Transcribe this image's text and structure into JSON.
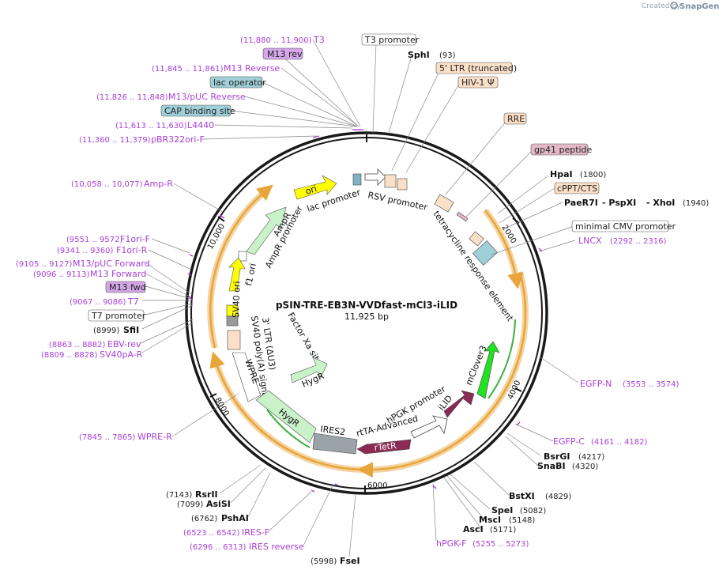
{
  "credit": {
    "created_by": "Created by",
    "brand": "SnapGene"
  },
  "plasmid": {
    "name": "pSIN-TRE-EB3N-VVDfast-mCl3-iLID",
    "size": "11,925 bp"
  },
  "ticks": [
    "2000",
    "4000",
    "6000",
    "8000",
    "10,000"
  ],
  "left_labels": {
    "t3_pos": "(11,880 .. 11,900)",
    "t3": "T3",
    "m13rev_box": "M13 rev",
    "m13reverse_pos": "(11,845 .. 11,861)",
    "m13reverse": "M13 Reverse",
    "lacop_box": "lac operator",
    "m13puc_rev_pos": "(11,826 .. 11,848)",
    "m13puc_rev": "M13/pUC Reverse",
    "cap_box": "CAP binding site",
    "l4440_pos": "(11,613 .. 11,630)",
    "l4440": "L4440",
    "pbr_pos": "(11,360 .. 11,379)",
    "pbr": "pBR322ori-F",
    "ampr_pos": "(10,058 .. 10,077)",
    "ampr": "Amp-R",
    "f1f_pos": "(9551 .. 9572)",
    "f1f": "F1ori-F",
    "f1r_pos": "(9341 .. 9360)",
    "f1r": "F1ori-R",
    "m13puc_fwd_pos": "(9105 .. 9127)",
    "m13puc_fwd": "M13/pUC Forward",
    "m13fwd_pos": "(9096 .. 9113)",
    "m13fwd": "M13 Forward",
    "m13fwd_box": "M13 fwd",
    "t7_pos": "(9067 .. 9086)",
    "t7": "T7",
    "t7prom_box": "T7 promoter",
    "sfii_pos": "(8999)",
    "sfii": "SfiI",
    "ebv_pos": "(8863 .. 8882)",
    "ebv": "EBV-rev",
    "sv40pa_pos": "(8809 .. 8828)",
    "sv40pa": "SV40pA-R",
    "wpre_pos": "(7845 .. 7865)",
    "wpre": "WPRE-R",
    "rsrii_pos": "(7143)",
    "rsrii": "RsrII",
    "asisi_pos": "(7099)",
    "asisi": "AsiSI",
    "pshai_pos": "(6762)",
    "pshai": "PshAI",
    "iresf_pos": "(6523 .. 6542)",
    "iresf": "IRES-F",
    "iresrev_pos": "(6296 .. 6313)",
    "iresrev": "IRES reverse",
    "fsei_pos": "(5998)",
    "fsei": "FseI"
  },
  "right_labels": {
    "t3prom_box": "T3 promoter",
    "sphi": "SphI",
    "sphi_pos": "(93)",
    "ltr_box": "5' LTR (truncated)",
    "hiv_box": "HIV-1 Ψ",
    "rre_box": "RRE",
    "gp41_box": "gp41 peptide",
    "hpai": "HpaI",
    "hpai_pos": "(1800)",
    "cppt_box": "cPPT/CTS",
    "paer7i": "PaeR7I",
    "pspxi": "- PspXI",
    "xhoi": "- XhoI",
    "xhoi_pos": "(1940)",
    "mincmv_box": "minimal CMV promoter",
    "lncx": "LNCX",
    "lncx_pos": "(2292 .. 2316)",
    "egfpn": "EGFP-N",
    "egfpn_pos": "(3553 .. 3574)",
    "egfpc": "EGFP-C",
    "egfpc_pos": "(4161 .. 4182)",
    "bsrgi": "BsrGI",
    "bsrgi_pos": "(4217)",
    "snabi": "SnaBI",
    "snabi_pos": "(4320)",
    "bstxi": "BstXI",
    "bstxi_pos": "(4829)",
    "spei": "SpeI",
    "spei_pos": "(5082)",
    "msci": "MscI",
    "msci_pos": "(5148)",
    "asci": "AscI",
    "asci_pos": "(5171)",
    "hpgkf": "hPGK-F",
    "hpgkf_pos": "(5255 .. 5273)"
  },
  "features": {
    "ori": "ori",
    "lac_promoter": "lac promoter",
    "rsv_promoter": "RSV promoter",
    "tre": "tetracycline response element",
    "ampr": "AmpR",
    "ampr_promoter": "AmpR promoter",
    "f1_ori": "f1 ori",
    "sv40_ori": "SV40 ori",
    "sv40_polya": "SV40 poly(A) signal",
    "ltr3": "3' LTR (ΔU3)",
    "factor_xa": "Factor Xa site",
    "wpre": "WPRE",
    "hygr_a": "HygR",
    "hygr_b": "HygR",
    "ires2": "IRES2",
    "rtta": "rtTA-Advanced",
    "rtetr": "rTetR",
    "hpgk": "hPGK promoter",
    "ilid": "iLID",
    "mclover3": "mClover3"
  },
  "colors": {
    "ring": "#1a1a1a",
    "orange": "#e8a53a",
    "green_arrow": "#3caf3c",
    "label_box_purple": "#d4a6e8",
    "label_box_teal": "#9fd0d8",
    "label_box_peach": "#fbe0c8",
    "label_box_pink": "#e4b9c7",
    "primer": "#a83fd8"
  }
}
